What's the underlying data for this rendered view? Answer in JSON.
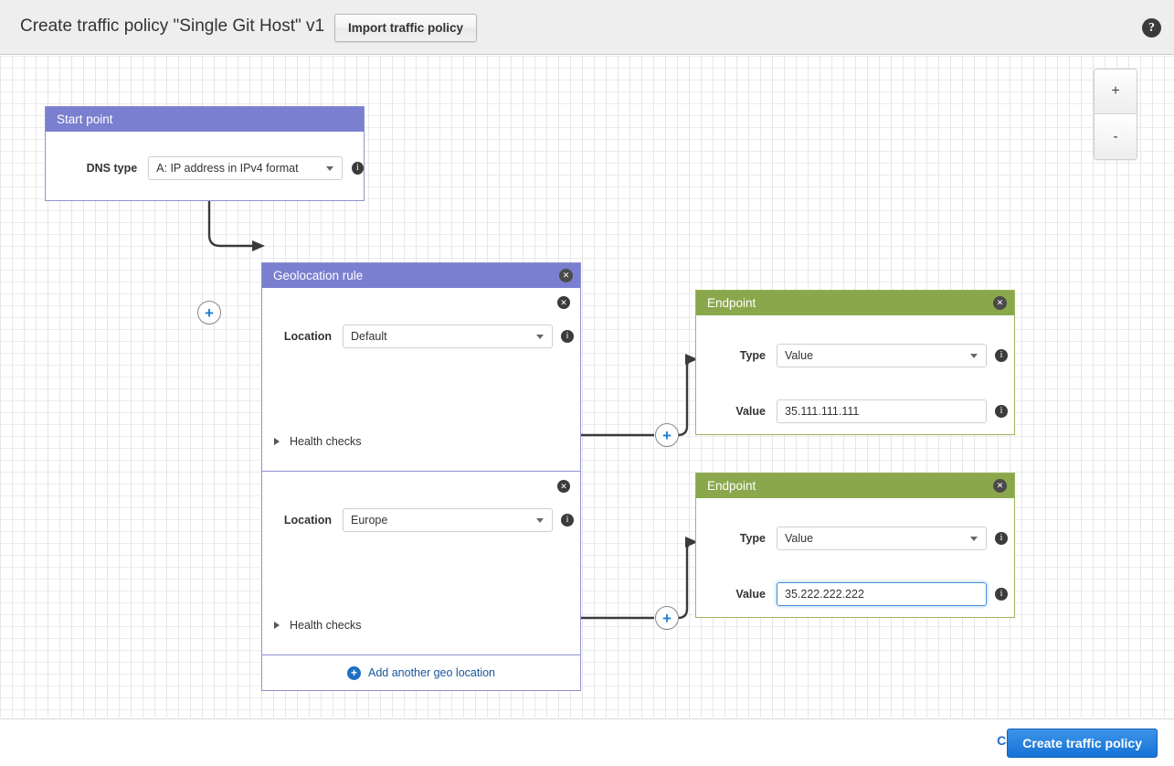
{
  "header": {
    "title": "Create traffic policy \"Single Git Host\" v1",
    "import_button": "Import traffic policy",
    "help_icon": "question-mark-icon",
    "help_glyph": "?"
  },
  "canvas": {
    "zoom_in_label": "+",
    "zoom_out_label": "-",
    "connector_label": "+"
  },
  "start_point": {
    "title": "Start point",
    "dns_type_label": "DNS type",
    "dns_type_value": "A: IP address in IPv4 format",
    "info_icon": "info-icon"
  },
  "geolocation_rule": {
    "title": "Geolocation rule",
    "close_icon": "close-icon",
    "add_location_label": "Add another geo location",
    "locations": [
      {
        "label": "Location",
        "value": "Default",
        "health_checks_label": "Health checks"
      },
      {
        "label": "Location",
        "value": "Europe",
        "health_checks_label": "Health checks"
      }
    ]
  },
  "endpoints": [
    {
      "title": "Endpoint",
      "type_label": "Type",
      "type_value": "Value",
      "value_label": "Value",
      "value_value": "35.111.111.111",
      "focused": false
    },
    {
      "title": "Endpoint",
      "type_label": "Type",
      "type_value": "Value",
      "value_label": "Value",
      "value_value": "35.222.222.222",
      "focused": true
    }
  ],
  "footer": {
    "cancel_label": "Cancel",
    "create_label": "Create traffic policy"
  },
  "colors": {
    "purple_header": "#7b7fcf",
    "green_header": "#8aa84b",
    "primary_blue": "#1572d6",
    "link_blue": "#1f6fc4"
  }
}
